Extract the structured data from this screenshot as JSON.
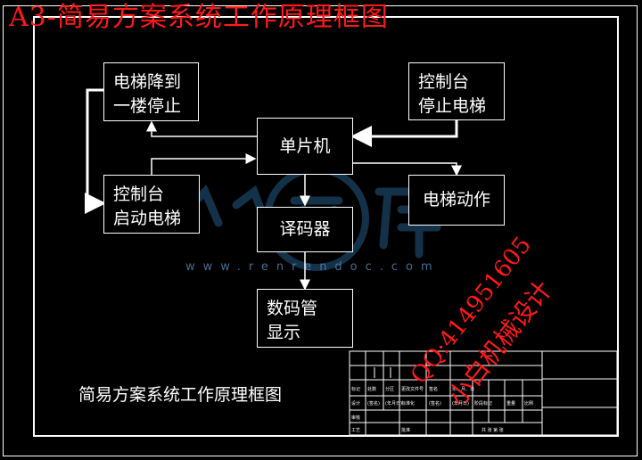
{
  "title": "A3-简易方案系统工作原理框图",
  "boxes": {
    "elevator_down": "电梯降到\n一楼停止",
    "console_stop": "控制台\n停止电梯",
    "mcu": "单片机",
    "console_start": "控制台\n启动电梯",
    "elevator_action": "电梯动作",
    "decoder": "译码器",
    "display": "数码管\n显示"
  },
  "caption": "简易方案系统工作原理框图",
  "watermark": {
    "url": "www.renrendoc.com",
    "qq": "QQ:414951605",
    "shop": "小白机械设计"
  },
  "title_block": {
    "labels": [
      "标记",
      "处数",
      "分区",
      "更改文件号",
      "签名",
      "年、月、日",
      "设计",
      "(签名)",
      "(年月日)",
      "标准化",
      "(签名)",
      "(年月日)",
      "阶段标记",
      "重量",
      "比例",
      "审核",
      "工艺",
      "批准",
      "共 张 第 张"
    ]
  },
  "colors": {
    "background": "#000000",
    "line": "#ffffff",
    "title": "#ff1a1a",
    "watermark_blue": "#2e6da4"
  }
}
